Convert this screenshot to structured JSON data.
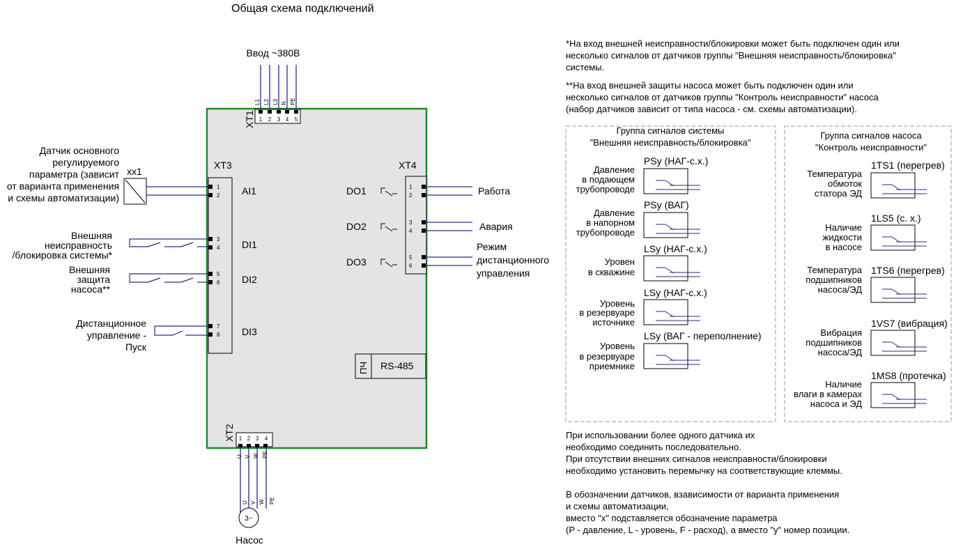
{
  "title": "Общая схема подключений",
  "power_input": {
    "label": "Ввод ~380В",
    "terminal_block": "XT1",
    "wires": [
      {
        "name": "L1",
        "pin": "1"
      },
      {
        "name": "L2",
        "pin": "2"
      },
      {
        "name": "L3",
        "pin": "3"
      },
      {
        "name": "N",
        "pin": "4"
      },
      {
        "name": "PE",
        "pin": "5"
      }
    ]
  },
  "motor": {
    "terminal_block": "XT2",
    "wires": [
      {
        "name": "U",
        "pin": "1"
      },
      {
        "name": "V",
        "pin": "2"
      },
      {
        "name": "W",
        "pin": "3"
      },
      {
        "name": "PE",
        "pin": "4"
      }
    ],
    "symbol": "3~",
    "label": "Насос"
  },
  "xt3": {
    "label": "XT3",
    "pins": [
      "1",
      "2",
      "3",
      "4",
      "5",
      "6",
      "7",
      "8"
    ],
    "channels": [
      "AI1",
      "DI1",
      "DI2",
      "DI3"
    ]
  },
  "xt4": {
    "label": "XT4",
    "pins": [
      "1",
      "2",
      "3",
      "4",
      "5",
      "6"
    ],
    "channels": [
      "DO1",
      "DO2",
      "DO3"
    ]
  },
  "sensor_xx1": {
    "tag": "xx1",
    "lines": [
      "Датчик основного",
      "регулируемого",
      "параметра (зависит",
      "от варианта применения",
      "и схемы автоматизации)"
    ]
  },
  "left_inputs": [
    {
      "lines": [
        "Внешняя",
        "неисправность",
        "/блокировка системы*"
      ]
    },
    {
      "lines": [
        "Внешняя",
        "защита",
        "насоса**"
      ]
    },
    {
      "lines": [
        "Дистанционное",
        "управление -",
        "Пуск"
      ]
    }
  ],
  "outputs": [
    {
      "lines": [
        "Работа"
      ]
    },
    {
      "lines": [
        "Авария"
      ]
    },
    {
      "lines": [
        "Режим",
        "дистанционного",
        "управления"
      ]
    }
  ],
  "rs485": {
    "vfd": "ПЧ",
    "label": "RS-485"
  },
  "top_notes": [
    [
      "*На вход внешней неисправности/блокировки может быть подключен один или",
      "несколько сигналов от датчиков группы \"Внешняя неисправность/блокировка\"",
      "системы."
    ],
    [
      "**На вход внешней защиты насоса может быть подключен один или",
      "несколько сигналов от датчиков группы \"Контроль неисправности\" насоса",
      "(набор датчиков зависит от типа насоса - см. схемы автоматизации)."
    ]
  ],
  "system_group": {
    "title": [
      "Группа сигналов системы",
      "\"Внешняя неисправность/блокировка\""
    ],
    "sensors": [
      {
        "tag": "PSy (НАГ-с.х.)",
        "lines": [
          "Давление",
          "в подающем",
          "трубопроводе"
        ]
      },
      {
        "tag": "PSy (ВАГ)",
        "lines": [
          "Давление",
          "в напорном",
          "трубопроводе"
        ]
      },
      {
        "tag": "LSy (НАГ-с.х.)",
        "lines": [
          "Уровен",
          "в скважине"
        ]
      },
      {
        "tag": "LSy (НАГ-с.х.)",
        "lines": [
          "Уровень",
          "в резервуаре",
          "источнике"
        ]
      },
      {
        "tag": "LSy (ВАГ - переполнение)",
        "lines": [
          "Уровень",
          "в резервуаре",
          "приемнике"
        ]
      }
    ]
  },
  "pump_group": {
    "title": [
      "Группа сигналов насоса",
      "\"Контроль неисправности\""
    ],
    "sensors": [
      {
        "tag": "1TS1 (перегрев)",
        "lines": [
          "Температура",
          "обмоток",
          "статора ЭД"
        ]
      },
      {
        "tag": "1LS5 (с. х.)",
        "lines": [
          "Наличие",
          "жидкости",
          "в насосе"
        ]
      },
      {
        "tag": "1TS6 (перегрев)",
        "lines": [
          "Температура",
          "подшипников",
          "насоса/ЭД"
        ]
      },
      {
        "tag": "1VS7 (вибрация)",
        "lines": [
          "Вибрация",
          "подшипников",
          "насоса/ЭД"
        ]
      },
      {
        "tag": "1MS8 (протечка)",
        "lines": [
          "Наличие",
          "влаги в камерах",
          "насоса и ЭД"
        ]
      }
    ]
  },
  "bottom_notes": {
    "para1": [
      "При использовании более одного датчика их",
      "необходимо соединить последовательно.",
      "При отсутствии внешних сигналов неисправности/блокировки",
      "необходимо установить перемычку на соответствующие клеммы."
    ],
    "para2": [
      "В обозначении датчиков, взависимости от варианта применения",
      "и схемы автоматизации,",
      "вместо \"х\" подставляется обозначение параметра",
      "(P - давление, L - уровень, F - расход), а вместо \"y\" номер позиции."
    ]
  },
  "colors": {
    "enclosure_border": "#1e8c1e",
    "enclosure_fill": "#e4e4e4",
    "wire": "#2a2a80",
    "line": "#000000",
    "group_border": "#999999"
  }
}
